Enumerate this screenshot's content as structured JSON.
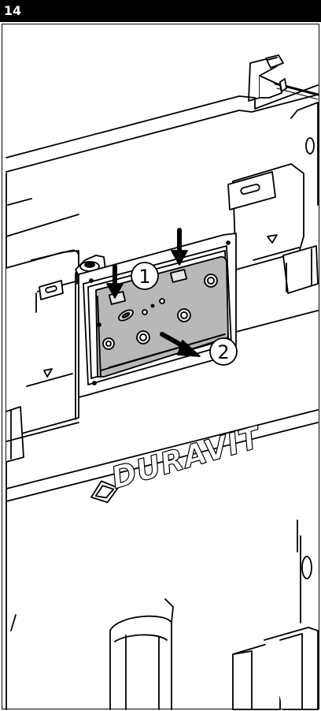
{
  "step": {
    "number": "14"
  },
  "callouts": [
    {
      "label": "1"
    },
    {
      "label": "2"
    }
  ],
  "brand": {
    "logo_text": "DURAVIT"
  },
  "colors": {
    "ink": "#000000",
    "panel_gray": "#b8b8b8",
    "cap_gray": "#e6e6e6",
    "background": "#ffffff"
  }
}
